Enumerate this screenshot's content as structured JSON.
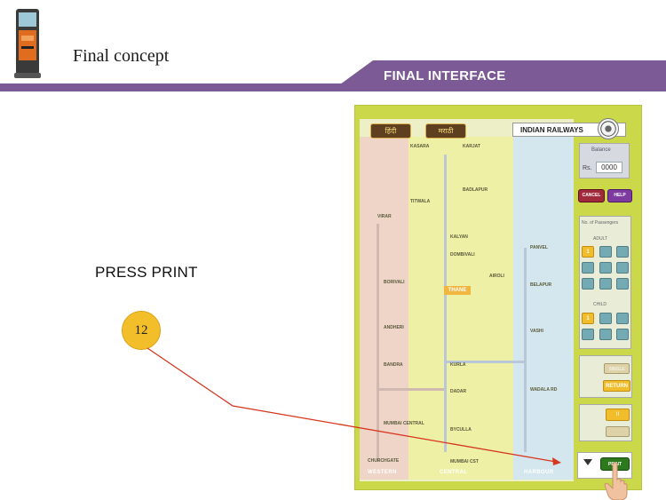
{
  "slide": {
    "title": "Final concept",
    "section_tab": "FINAL INTERFACE",
    "instruction": "PRESS PRINT",
    "step_number": "12"
  },
  "screen": {
    "lang_buttons": [
      "हिंदी",
      "मराठी"
    ],
    "brand": "INDIAN RAILWAYS",
    "balance": {
      "label": "Balance",
      "currency": "Rs.",
      "value": "0000"
    },
    "cancel_label": "CANCEL",
    "help_label": "HELP",
    "passengers_label": "No. of Passengers",
    "adult_label": "ADULT",
    "child_label": "CHILD",
    "selected_count": "1",
    "single_label": "SINGLE",
    "return_label": "RETURN",
    "class_selected": "II",
    "print_label": "PRINT",
    "map": {
      "stations_western": [
        "VIRAR",
        "BORIVALI",
        "ANDHERI",
        "BANDRA",
        "MUMBAI CENTRAL",
        "CHURCHGATE"
      ],
      "stations_central": [
        "KASARA",
        "TITWALA",
        "KALYAN",
        "DOMBIVALI",
        "THANE",
        "KURLA",
        "DADAR",
        "BYCULLA",
        "MUMBAI CST"
      ],
      "stations_harbour": [
        "KARJAT",
        "BADLAPUR",
        "AIROLI",
        "PANVEL",
        "BELAPUR",
        "VASHI",
        "WADALA RD"
      ],
      "footer": [
        "WESTERN",
        "CENTRAL",
        "HARBOUR"
      ]
    }
  },
  "colors": {
    "header_purple": "#7b5a95",
    "badge_yellow": "#f2bf2a",
    "pointer_red": "#d7361f",
    "frame_green": "#cbd84a"
  }
}
